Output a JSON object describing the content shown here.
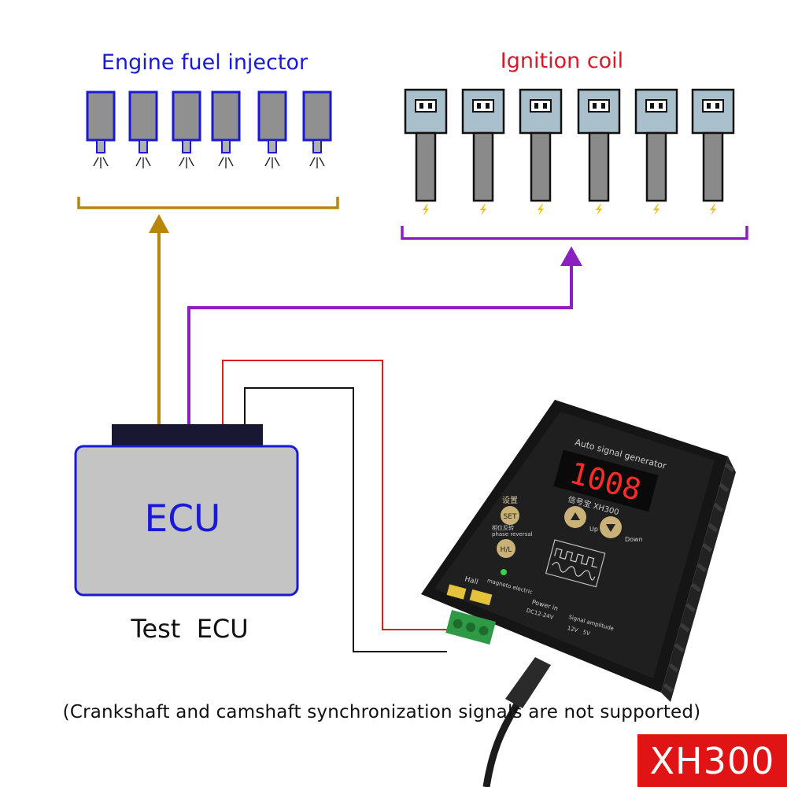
{
  "labels": {
    "injector_group": "Engine fuel injector",
    "ignition_group": "Ignition coil",
    "ecu_box": "ECU",
    "ecu_caption": "Test  ECU",
    "footnote": "(Crankshaft and camshaft synchronization signals are not supported)",
    "model_badge": "XH300"
  },
  "device": {
    "title": "Auto signal generator",
    "display_value": "1008",
    "model_line": "信号宝 XH300",
    "set_button": "SET",
    "set_cn": "设置",
    "hl_button": "H/L",
    "phase_label": "phase reversal",
    "phase_cn": "相位反转",
    "up_label": "Up",
    "down_label": "Down",
    "hall_label": "Hall",
    "magneto_label": "magneto electric",
    "power_label": "Power in",
    "power_range": "DC12-24V",
    "amplitude_label": "Signal amplitude",
    "amplitude_values": "12V   5V"
  },
  "colors": {
    "injector_text": "#1a1ad6",
    "ignition_text": "#d61a2a",
    "injector_bracket": "#b8860b",
    "ignition_bracket": "#8a1fc2",
    "signal_red": "#d42020",
    "signal_black": "#111111",
    "badge": "#e01414",
    "ecu_fill": "#c4c4c4",
    "ecu_border": "#1a1ad6"
  },
  "injectors": [
    {
      "name": "injector-1"
    },
    {
      "name": "injector-2"
    },
    {
      "name": "injector-3"
    },
    {
      "name": "injector-4"
    },
    {
      "name": "injector-5"
    },
    {
      "name": "injector-6"
    }
  ],
  "coils": [
    {
      "name": "coil-1"
    },
    {
      "name": "coil-2"
    },
    {
      "name": "coil-3"
    },
    {
      "name": "coil-4"
    },
    {
      "name": "coil-5"
    },
    {
      "name": "coil-6"
    }
  ]
}
